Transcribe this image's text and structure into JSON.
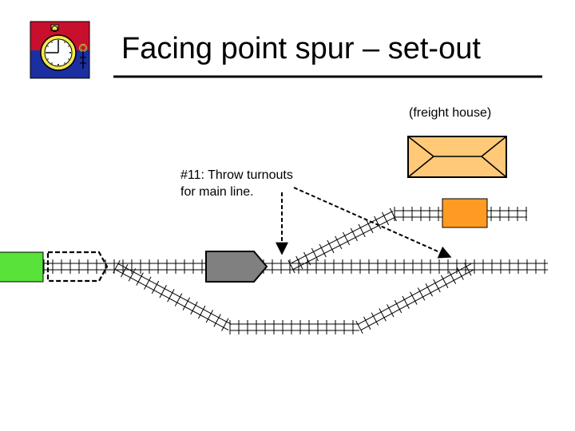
{
  "title": "Facing point spur – set-out",
  "labels": {
    "freight_house": "(freight house)",
    "note_line1": "#11:  Throw turnouts",
    "note_line2": "for main line."
  },
  "icons": {
    "logo": "stopwatch-icon"
  },
  "colors": {
    "logo_red": "#c8102e",
    "logo_blue": "#1c2fa0",
    "watch_yellow": "#f6e84a",
    "freight_house_fill": "#ffc978",
    "locomotive": "#58e23a",
    "boxcar": "#808080",
    "spotted_car": "#ff9a22",
    "rule": "#000000"
  }
}
